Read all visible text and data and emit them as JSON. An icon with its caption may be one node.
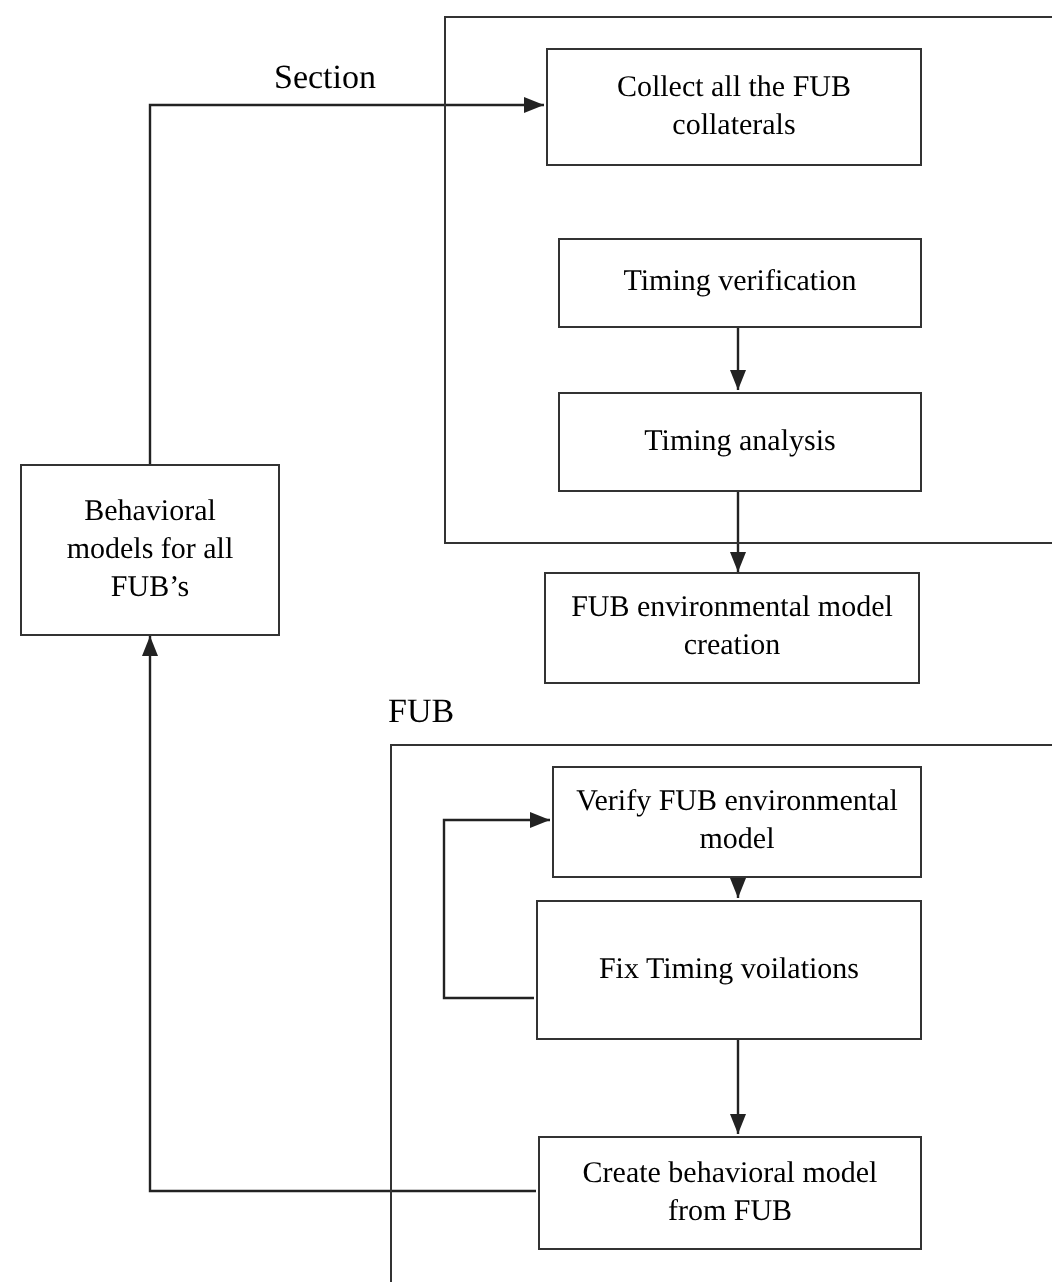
{
  "diagram": {
    "nodes": [
      {
        "text": [
          "Section"
        ]
      },
      {
        "text": [
          "Collect all the FUB collaterals"
        ],
        "in": 0
      },
      {
        "text": [
          "Timing verification"
        ],
        "in": 0
      },
      {
        "text": [
          "Timing analysis"
        ],
        "in": 0
      },
      {
        "text": [
          "FUB environmental model creation"
        ]
      },
      {
        "text": [
          "FUB"
        ]
      },
      {
        "text": [
          "Verify FUB environmental model"
        ],
        "in": 5
      },
      {
        "text": [
          "Fix Timing voilations"
        ],
        "in": 5
      },
      {
        "text": [
          "Create behavioral model from FUB"
        ],
        "in": 5
      },
      {
        "text": [
          "Behavioral models for all FUB’s"
        ]
      }
    ],
    "edges": [
      {
        "from": 9,
        "to": 1,
        "arrow": "to"
      },
      {
        "from": 2,
        "to": 3,
        "arrow": "to"
      },
      {
        "from": 3,
        "to": 4,
        "arrow": "to"
      },
      {
        "from": 6,
        "to": 7,
        "arrow": "to"
      },
      {
        "from": 7,
        "to": 6,
        "arrow": "to"
      },
      {
        "from": 7,
        "to": 8,
        "arrow": "to"
      },
      {
        "from": 8,
        "to": 9,
        "arrow": "to"
      }
    ]
  }
}
